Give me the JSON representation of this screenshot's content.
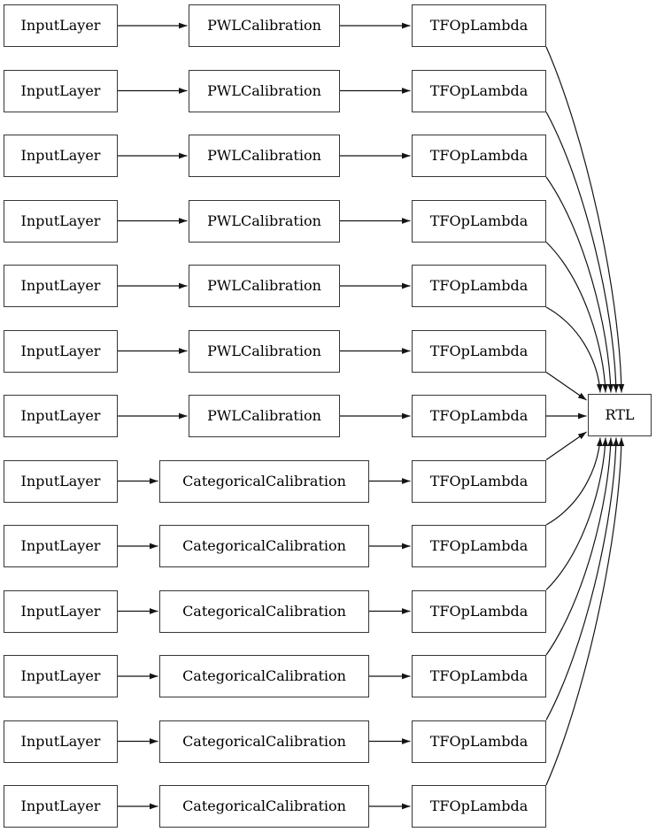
{
  "diagram": {
    "output_node_label": "RTL",
    "rows": [
      {
        "input": "InputLayer",
        "calibration": "PWLCalibration",
        "lambda": "TFOpLambda"
      },
      {
        "input": "InputLayer",
        "calibration": "PWLCalibration",
        "lambda": "TFOpLambda"
      },
      {
        "input": "InputLayer",
        "calibration": "PWLCalibration",
        "lambda": "TFOpLambda"
      },
      {
        "input": "InputLayer",
        "calibration": "PWLCalibration",
        "lambda": "TFOpLambda"
      },
      {
        "input": "InputLayer",
        "calibration": "PWLCalibration",
        "lambda": "TFOpLambda"
      },
      {
        "input": "InputLayer",
        "calibration": "PWLCalibration",
        "lambda": "TFOpLambda"
      },
      {
        "input": "InputLayer",
        "calibration": "PWLCalibration",
        "lambda": "TFOpLambda"
      },
      {
        "input": "InputLayer",
        "calibration": "CategoricalCalibration",
        "lambda": "TFOpLambda"
      },
      {
        "input": "InputLayer",
        "calibration": "CategoricalCalibration",
        "lambda": "TFOpLambda"
      },
      {
        "input": "InputLayer",
        "calibration": "CategoricalCalibration",
        "lambda": "TFOpLambda"
      },
      {
        "input": "InputLayer",
        "calibration": "CategoricalCalibration",
        "lambda": "TFOpLambda"
      },
      {
        "input": "InputLayer",
        "calibration": "CategoricalCalibration",
        "lambda": "TFOpLambda"
      },
      {
        "input": "InputLayer",
        "calibration": "CategoricalCalibration",
        "lambda": "TFOpLambda"
      }
    ],
    "colors": {
      "node_border": "#363636",
      "edge_stroke": "#141414",
      "node_fill": "#ffffff",
      "text": "#000000"
    }
  }
}
